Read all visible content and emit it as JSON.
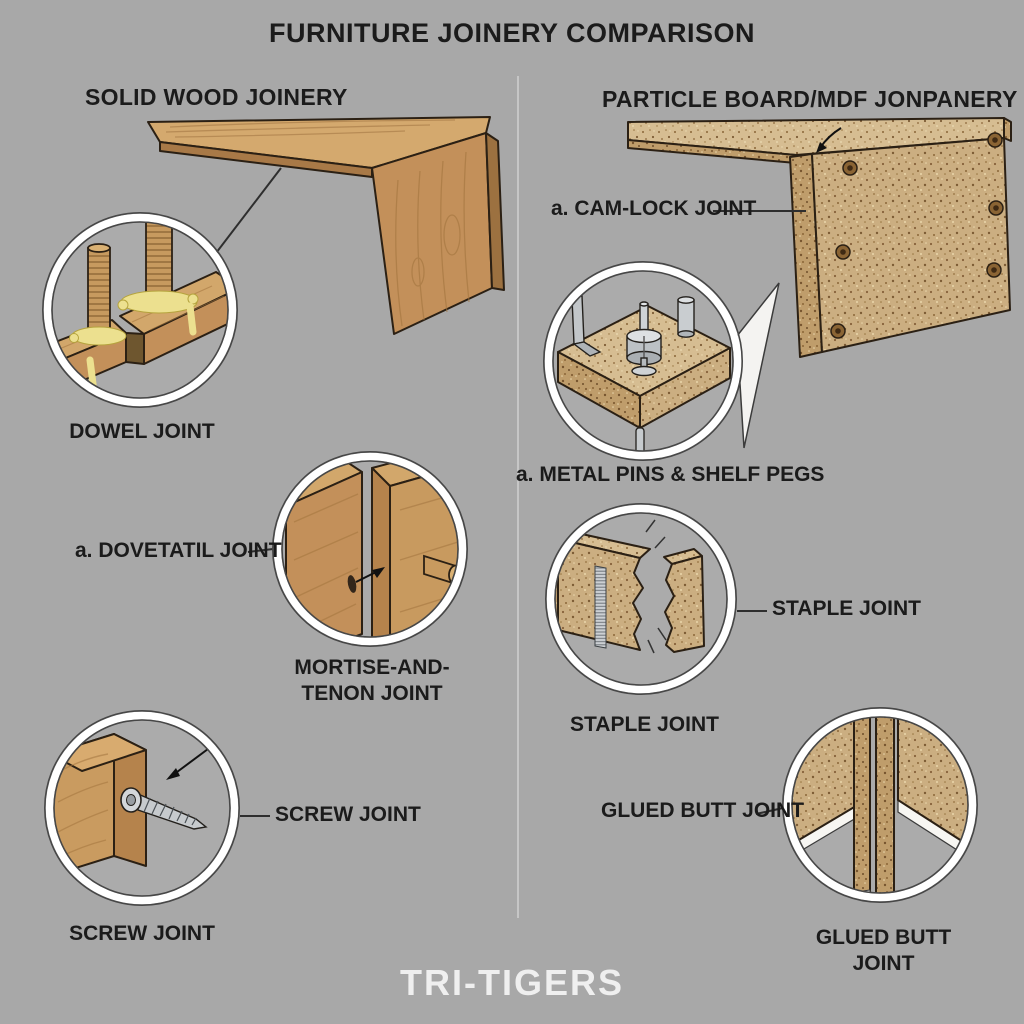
{
  "title": "FURNITURE JOINERY COMPARISON",
  "columns": {
    "left": {
      "header": "SOLID WOOD JOINERY",
      "dowel_label": "DOWEL JOINT",
      "dovetail_callout": "a. DOVETATIL JOINT",
      "mortise_label": "MORTISE-AND-TENON JOINT",
      "screw_callout": "SCREW JOINT",
      "screw_label": "SCREW JOINT"
    },
    "right": {
      "header": "PARTICLE BOARD/MDF JONPANERY",
      "camlock_callout": "a. CAM-LOCK JOINT",
      "pins_label": "a. METAL PINS & SHELF PEGS",
      "staple_callout": "STAPLE JOINT",
      "staple_label": "STAPLE JOINT",
      "glued_callout": "GLUED BUTT JOINT",
      "glued_label": "GLUED BUTT JOINT"
    }
  },
  "footer": {
    "brand": "TRI-TIGERS"
  },
  "colors": {
    "background": "#a8a8a8",
    "solid_wood": "#c99b60",
    "particle_board": "#cbae81",
    "glue_yellow": "#ece08f",
    "glue_white": "#f7f6f2",
    "metal": "#c6cacd",
    "circle_ring": "#ffffff",
    "text": "#1b1b1b",
    "brand_text": "#efefef"
  }
}
